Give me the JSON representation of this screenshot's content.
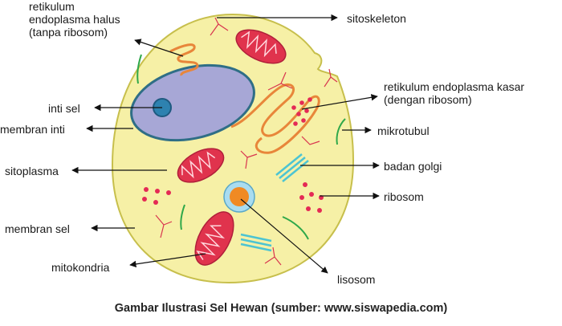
{
  "labels": {
    "rer_halus": [
      "retikulum",
      "endoplasma halus",
      "(tanpa ribosom)"
    ],
    "sitoskeleton": "sitoskeleton",
    "rer_kasar": [
      "retikulum endoplasma kasar",
      "(dengan ribosom)"
    ],
    "inti_sel": "inti sel",
    "membran_inti": "membran inti",
    "mikrotubul": "mikrotubul",
    "sitoplasma": "sitoplasma",
    "badan_golgi": "badan golgi",
    "ribosom": "ribosom",
    "membran_sel": "membran sel",
    "mitokondria": "mitokondria",
    "lisosom": "lisosom"
  },
  "caption": "Gambar Ilustrasi Sel Hewan (sumber: www.siswapedia.com)",
  "colors": {
    "cytoplasm": "#f6f0a6",
    "cell_membrane": "#c7bf4c",
    "nucleus": "#a7a7d6",
    "nucleus_border": "#2f6e86",
    "nucleolus": "#2e82b0",
    "mitochondria": "#e0334d",
    "er": "#e8863a",
    "ribosome": "#e42a55",
    "microtubule": "#2fa84a",
    "golgi": "#4cc4d2",
    "lysosome_outer": "#a9dcf0",
    "lysosome_inner": "#f08a24",
    "cytoskeleton": "#d9354f",
    "arrow": "#111111"
  }
}
